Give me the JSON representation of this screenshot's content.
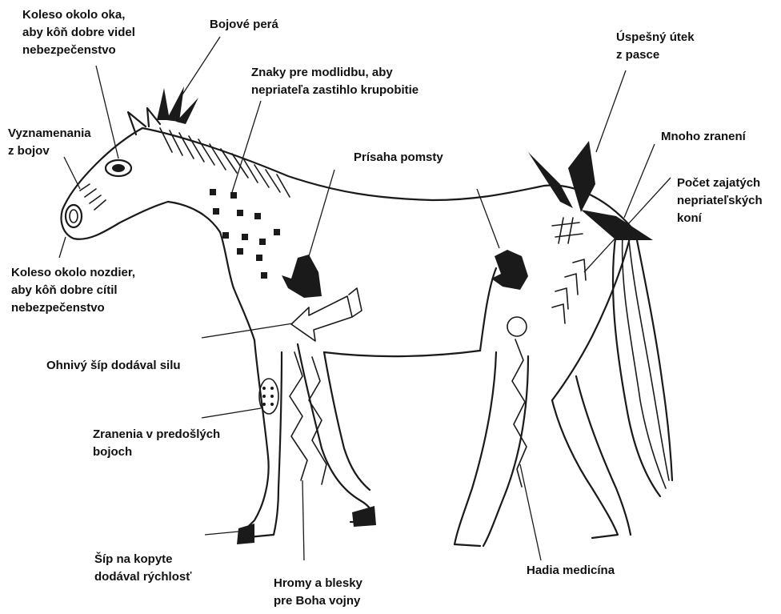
{
  "labels": {
    "eye_wheel": "Koleso okolo oka,\naby kôň dobre videl\nnebezpečenstvo",
    "war_feathers": "Bojové perá",
    "prayer_signs": "Znaky pre modlidbu, aby\nnepriateľa zastihlo krupobitie",
    "escape": "Úspešný útek\nz pasce",
    "battle_honors": "Vyznamenania\nz bojov",
    "many_wounds": "Mnoho zranení",
    "revenge_oath": "Prísaha pomsty",
    "captured_horses": "Počet zajatých\nnepriateľských\nkoní",
    "nostril_wheel": "Koleso okolo nozdier,\naby kôň dobre cítil\nnebezpečenstvo",
    "fire_arrow": "Ohnivý šíp dodával silu",
    "past_wounds": "Zranenia v predošlých\nbojoch",
    "hoof_arrow": "Šíp na kopyte\ndodával rýchlosť",
    "thunder": "Hromy a blesky\npre Boha vojny",
    "snake_medicine": "Hadia medicína"
  },
  "colors": {
    "ink": "#1a1a1a",
    "background": "#ffffff"
  }
}
